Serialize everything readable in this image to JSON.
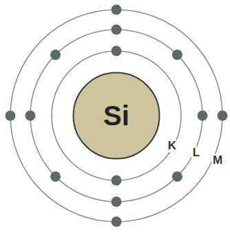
{
  "diagram": {
    "nodes": [
      {
        "text": [
          "Si"
        ]
      }
    ],
    "labels": [
      "K",
      "L",
      "M"
    ]
  }
}
